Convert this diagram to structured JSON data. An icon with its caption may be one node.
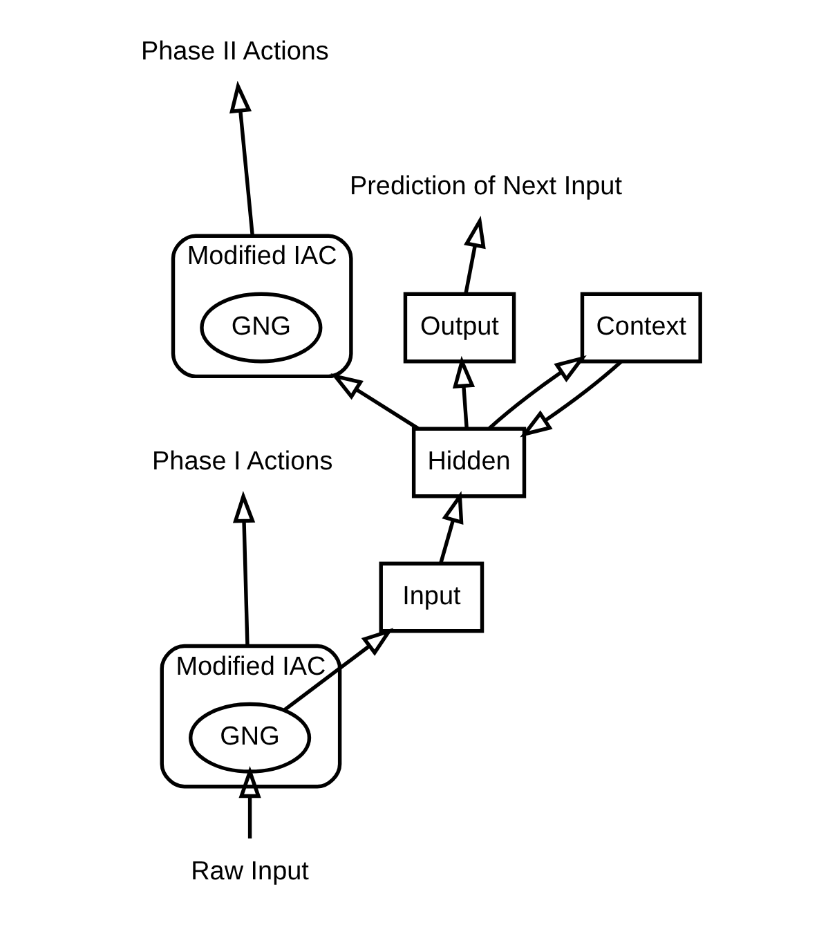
{
  "diagram": {
    "nodes": [
      {
        "text": [
          "Phase II Actions"
        ]
      },
      {
        "text": [
          "Prediction of Next Input"
        ]
      },
      {
        "text": [
          "Modified IAC"
        ]
      },
      {
        "text": [
          "GNG"
        ],
        "in": 2
      },
      {
        "text": [
          "Output"
        ]
      },
      {
        "text": [
          "Hidden"
        ]
      },
      {
        "text": [
          "Context"
        ]
      },
      {
        "text": [
          "Phase I Actions"
        ]
      },
      {
        "text": [
          "Input"
        ]
      },
      {
        "text": [
          "Modified IAC"
        ]
      },
      {
        "text": [
          "GNG"
        ],
        "in": 9
      },
      {
        "text": [
          "Raw Input"
        ]
      }
    ],
    "edges": [
      {
        "from": 11,
        "to": 10,
        "arrow": "to"
      },
      {
        "from": 10,
        "to": 8,
        "arrow": "to"
      },
      {
        "from": 8,
        "to": 5,
        "arrow": "to"
      },
      {
        "from": 5,
        "to": 4,
        "arrow": "to"
      },
      {
        "from": 4,
        "to": 1,
        "arrow": "to"
      },
      {
        "from": 5,
        "to": 2,
        "arrow": "to"
      },
      {
        "from": 2,
        "to": 0,
        "arrow": "to"
      },
      {
        "from": 9,
        "to": 7,
        "arrow": "to"
      },
      {
        "from": 5,
        "to": 6,
        "arrow": "to"
      },
      {
        "from": 6,
        "to": 5,
        "arrow": "to"
      }
    ]
  }
}
